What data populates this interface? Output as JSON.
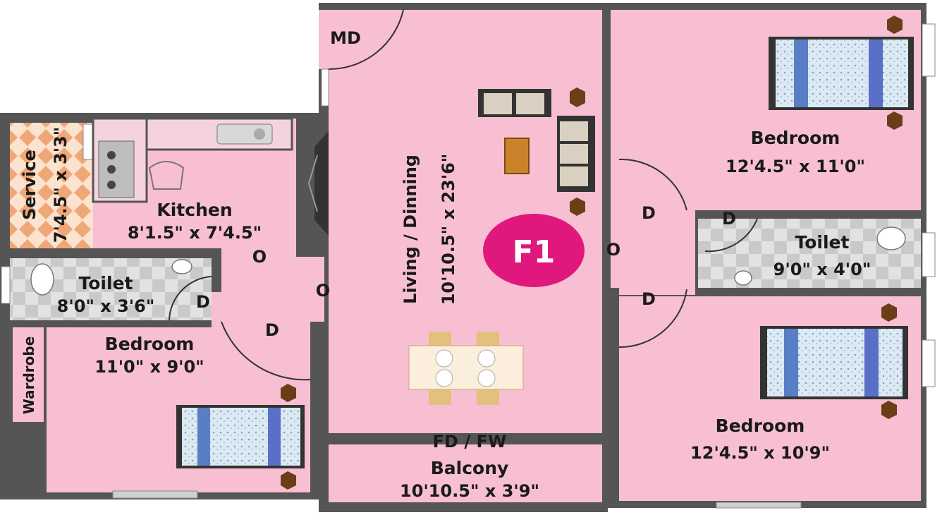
{
  "plan": {
    "title": "F1",
    "colors": {
      "wall": "#555555",
      "room": "#f7bfd1",
      "tile_light": "#e2e2e2",
      "tile_dark": "#c9c9c9",
      "service_diamond": "#f0a777",
      "badge": "#e0187d"
    },
    "rooms": {
      "living": {
        "name": "Living / Dinning",
        "size": "10'10.5\" x 23'6\""
      },
      "kitchen": {
        "name": "Kitchen",
        "size": "8'1.5\" x 7'4.5\""
      },
      "service": {
        "name": "Service",
        "size": "7'4.5\" x 3'3\""
      },
      "toilet_left": {
        "name": "Toilet",
        "size": "8'0\" x 3'6\""
      },
      "bedroom_left": {
        "name": "Bedroom",
        "size": "11'0\" x 9'0\""
      },
      "wardrobe": {
        "name": "Wardrobe"
      },
      "bedroom_top_right": {
        "name": "Bedroom",
        "size": "12'4.5\" x 11'0\""
      },
      "toilet_right": {
        "name": "Toilet",
        "size": "9'0\" x 4'0\""
      },
      "bedroom_bottom_right": {
        "name": "Bedroom",
        "size": "12'4.5\" x 10'9\""
      },
      "balcony": {
        "name": "Balcony",
        "size": "10'10.5\" x 3'9\""
      }
    },
    "door_labels": {
      "main_door": "MD",
      "french": "FD / FW",
      "door": "D",
      "opening": "O"
    }
  }
}
